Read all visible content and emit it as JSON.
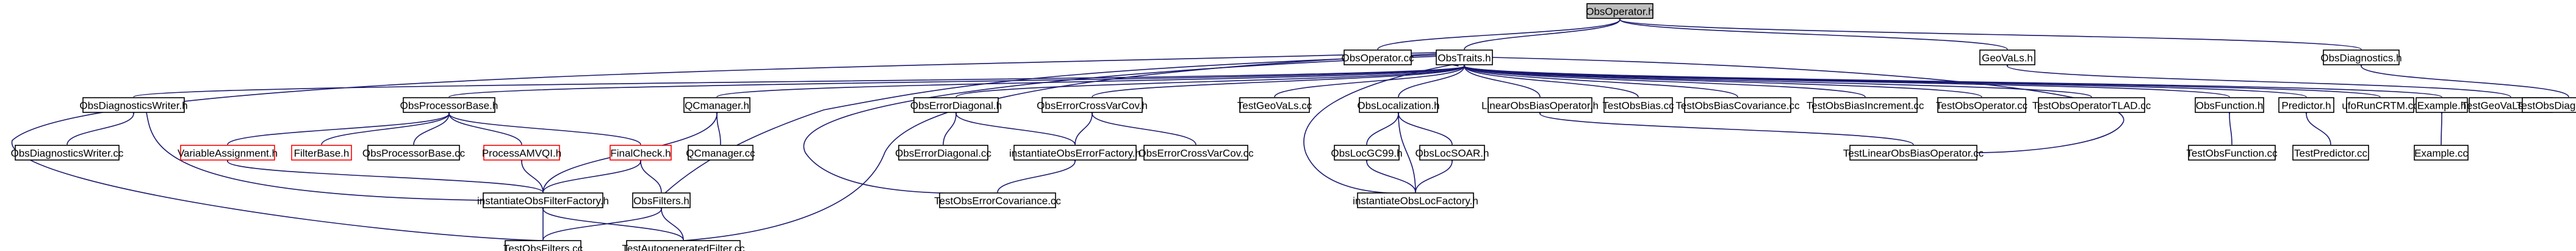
{
  "graph": {
    "root": "ObsOperator.h",
    "nodes": [
      {
        "id": "ObsOperator.h",
        "label": "ObsOperator.h",
        "style": "root"
      },
      {
        "id": "ObsOperator.cc",
        "label": "ObsOperator.cc",
        "style": "normal"
      },
      {
        "id": "ObsTraits.h",
        "label": "ObsTraits.h",
        "style": "normal"
      },
      {
        "id": "GeoVaLs.h",
        "label": "GeoVaLs.h",
        "style": "normal"
      },
      {
        "id": "ObsDiagnostics.h",
        "label": "ObsDiagnostics.h",
        "style": "normal"
      },
      {
        "id": "ObsDiagnosticsWriter.h",
        "label": "ObsDiagnosticsWriter.h",
        "style": "normal"
      },
      {
        "id": "ObsProcessorBase.h",
        "label": "ObsProcessorBase.h",
        "style": "normal"
      },
      {
        "id": "QCmanager.h",
        "label": "QCmanager.h",
        "style": "normal"
      },
      {
        "id": "ObsErrorDiagonal.h",
        "label": "ObsErrorDiagonal.h",
        "style": "normal"
      },
      {
        "id": "ObsErrorCrossVarCov.h",
        "label": "ObsErrorCrossVarCov.h",
        "style": "normal"
      },
      {
        "id": "TestGeoVaLs.cc",
        "label": "TestGeoVaLs.cc",
        "style": "normal"
      },
      {
        "id": "ObsLocalization.h",
        "label": "ObsLocalization.h",
        "style": "normal"
      },
      {
        "id": "LinearObsBiasOperator.h",
        "label": "LinearObsBiasOperator.h",
        "style": "normal"
      },
      {
        "id": "TestObsBias.cc",
        "label": "TestObsBias.cc",
        "style": "normal"
      },
      {
        "id": "TestObsBiasCovariance.cc",
        "label": "TestObsBiasCovariance.cc",
        "style": "normal"
      },
      {
        "id": "TestObsBiasIncrement.cc",
        "label": "TestObsBiasIncrement.cc",
        "style": "normal"
      },
      {
        "id": "TestObsOperator.cc",
        "label": "TestObsOperator.cc",
        "style": "normal"
      },
      {
        "id": "TestObsOperatorTLAD.cc",
        "label": "TestObsOperatorTLAD.cc",
        "style": "normal"
      },
      {
        "id": "ObsFunction.h",
        "label": "ObsFunction.h",
        "style": "normal"
      },
      {
        "id": "Predictor.h",
        "label": "Predictor.h",
        "style": "normal"
      },
      {
        "id": "ufoRunCRTM.cc",
        "label": "ufoRunCRTM.cc",
        "style": "normal"
      },
      {
        "id": "Example.h",
        "label": "Example.h",
        "style": "normal"
      },
      {
        "id": "TestGeoVaLsSpec.cc",
        "label": "TestGeoVaLsSpec.cc",
        "style": "normal"
      },
      {
        "id": "TestObsDiagnostics.cc",
        "label": "TestObsDiagnostics.cc",
        "style": "normal"
      },
      {
        "id": "ObsDiagnosticsWriter.cc",
        "label": "ObsDiagnosticsWriter.cc",
        "style": "normal"
      },
      {
        "id": "VariableAssignment.h",
        "label": "VariableAssignment.h",
        "style": "truncated"
      },
      {
        "id": "FilterBase.h",
        "label": "FilterBase.h",
        "style": "truncated"
      },
      {
        "id": "ObsProcessorBase.cc",
        "label": "ObsProcessorBase.cc",
        "style": "normal"
      },
      {
        "id": "ProcessAMVQI.h",
        "label": "ProcessAMVQI.h",
        "style": "truncated"
      },
      {
        "id": "FinalCheck.h",
        "label": "FinalCheck.h",
        "style": "truncated"
      },
      {
        "id": "QCmanager.cc",
        "label": "QCmanager.cc",
        "style": "normal"
      },
      {
        "id": "ObsErrorDiagonal.cc",
        "label": "ObsErrorDiagonal.cc",
        "style": "normal"
      },
      {
        "id": "instantiateObsErrorFactory.h",
        "label": "instantiateObsErrorFactory.h",
        "style": "normal"
      },
      {
        "id": "ObsErrorCrossVarCov.cc",
        "label": "ObsErrorCrossVarCov.cc",
        "style": "normal"
      },
      {
        "id": "ObsLocGC99.h",
        "label": "ObsLocGC99.h",
        "style": "normal"
      },
      {
        "id": "ObsLocSOAR.h",
        "label": "ObsLocSOAR.h",
        "style": "normal"
      },
      {
        "id": "TestLinearObsBiasOperator.cc",
        "label": "TestLinearObsBiasOperator.cc",
        "style": "normal"
      },
      {
        "id": "TestObsFunction.cc",
        "label": "TestObsFunction.cc",
        "style": "normal"
      },
      {
        "id": "TestPredictor.cc",
        "label": "TestPredictor.cc",
        "style": "normal"
      },
      {
        "id": "Example.cc",
        "label": "Example.cc",
        "style": "normal"
      },
      {
        "id": "instantiateObsFilterFactory.h",
        "label": "instantiateObsFilterFactory.h",
        "style": "normal"
      },
      {
        "id": "ObsFilters.h",
        "label": "ObsFilters.h",
        "style": "normal"
      },
      {
        "id": "TestObsErrorCovariance.cc",
        "label": "TestObsErrorCovariance.cc",
        "style": "normal"
      },
      {
        "id": "instantiateObsLocFactory.h",
        "label": "instantiateObsLocFactory.h",
        "style": "normal"
      },
      {
        "id": "TestObsFilters.cc",
        "label": "TestObsFilters.cc",
        "style": "normal"
      },
      {
        "id": "TestAutogeneratedFilter.cc",
        "label": "TestAutogeneratedFilter.cc",
        "style": "normal"
      }
    ],
    "edges": [
      [
        "ObsOperator.h",
        "ObsOperator.cc"
      ],
      [
        "ObsOperator.h",
        "ObsTraits.h"
      ],
      [
        "ObsOperator.h",
        "GeoVaLs.h"
      ],
      [
        "ObsOperator.h",
        "ObsDiagnostics.h"
      ],
      [
        "ObsTraits.h",
        "ObsDiagnosticsWriter.h"
      ],
      [
        "ObsTraits.h",
        "ObsProcessorBase.h"
      ],
      [
        "ObsTraits.h",
        "QCmanager.h"
      ],
      [
        "ObsTraits.h",
        "ObsErrorDiagonal.h"
      ],
      [
        "ObsTraits.h",
        "ObsErrorCrossVarCov.h"
      ],
      [
        "ObsTraits.h",
        "TestGeoVaLs.cc"
      ],
      [
        "ObsTraits.h",
        "ObsLocalization.h"
      ],
      [
        "ObsTraits.h",
        "LinearObsBiasOperator.h"
      ],
      [
        "ObsTraits.h",
        "TestObsBias.cc"
      ],
      [
        "ObsTraits.h",
        "TestObsBiasCovariance.cc"
      ],
      [
        "ObsTraits.h",
        "TestObsBiasIncrement.cc"
      ],
      [
        "ObsTraits.h",
        "TestObsOperator.cc"
      ],
      [
        "ObsTraits.h",
        "TestObsOperatorTLAD.cc"
      ],
      [
        "ObsTraits.h",
        "ObsFunction.h"
      ],
      [
        "ObsTraits.h",
        "Predictor.h"
      ],
      [
        "ObsTraits.h",
        "ufoRunCRTM.cc"
      ],
      [
        "ObsTraits.h",
        "Example.h"
      ],
      [
        "ObsTraits.h",
        "ObsFilters.h"
      ],
      [
        "ObsTraits.h",
        "TestObsErrorCovariance.cc"
      ],
      [
        "ObsTraits.h",
        "instantiateObsLocFactory.h"
      ],
      [
        "ObsTraits.h",
        "TestObsFilters.cc"
      ],
      [
        "ObsTraits.h",
        "TestAutogeneratedFilter.cc"
      ],
      [
        "ObsTraits.h",
        "TestLinearObsBiasOperator.cc"
      ],
      [
        "GeoVaLs.h",
        "TestGeoVaLsSpec.cc"
      ],
      [
        "ObsDiagnostics.h",
        "TestObsDiagnostics.cc"
      ],
      [
        "ObsDiagnosticsWriter.h",
        "ObsDiagnosticsWriter.cc"
      ],
      [
        "ObsDiagnosticsWriter.h",
        "instantiateObsFilterFactory.h"
      ],
      [
        "ObsProcessorBase.h",
        "VariableAssignment.h"
      ],
      [
        "ObsProcessorBase.h",
        "FilterBase.h"
      ],
      [
        "ObsProcessorBase.h",
        "ObsProcessorBase.cc"
      ],
      [
        "ObsProcessorBase.h",
        "ProcessAMVQI.h"
      ],
      [
        "ObsProcessorBase.h",
        "FinalCheck.h"
      ],
      [
        "QCmanager.h",
        "QCmanager.cc"
      ],
      [
        "QCmanager.h",
        "instantiateObsFilterFactory.h"
      ],
      [
        "ObsErrorDiagonal.h",
        "ObsErrorDiagonal.cc"
      ],
      [
        "ObsErrorDiagonal.h",
        "instantiateObsErrorFactory.h"
      ],
      [
        "ObsErrorCrossVarCov.h",
        "ObsErrorCrossVarCov.cc"
      ],
      [
        "ObsErrorCrossVarCov.h",
        "instantiateObsErrorFactory.h"
      ],
      [
        "instantiateObsErrorFactory.h",
        "TestObsErrorCovariance.cc"
      ],
      [
        "ObsLocalization.h",
        "ObsLocGC99.h"
      ],
      [
        "ObsLocalization.h",
        "ObsLocSOAR.h"
      ],
      [
        "ObsLocalization.h",
        "instantiateObsLocFactory.h"
      ],
      [
        "ObsLocGC99.h",
        "instantiateObsLocFactory.h"
      ],
      [
        "ObsLocSOAR.h",
        "instantiateObsLocFactory.h"
      ],
      [
        "LinearObsBiasOperator.h",
        "TestLinearObsBiasOperator.cc"
      ],
      [
        "ObsFunction.h",
        "TestObsFunction.cc"
      ],
      [
        "Predictor.h",
        "TestPredictor.cc"
      ],
      [
        "Example.h",
        "Example.cc"
      ],
      [
        "VariableAssignment.h",
        "instantiateObsFilterFactory.h"
      ],
      [
        "ProcessAMVQI.h",
        "instantiateObsFilterFactory.h"
      ],
      [
        "FinalCheck.h",
        "instantiateObsFilterFactory.h"
      ],
      [
        "FinalCheck.h",
        "ObsFilters.h"
      ],
      [
        "instantiateObsFilterFactory.h",
        "TestObsFilters.cc"
      ],
      [
        "instantiateObsFilterFactory.h",
        "TestAutogeneratedFilter.cc"
      ],
      [
        "ObsFilters.h",
        "TestObsFilters.cc"
      ],
      [
        "ObsFilters.h",
        "TestAutogeneratedFilter.cc"
      ]
    ]
  },
  "colors": {
    "edge": "#191970",
    "node_border": "#000000",
    "node_fill": "#ffffff",
    "root_fill": "#bfbfbf",
    "truncated_border": "#ff0000",
    "text": "#000000"
  }
}
